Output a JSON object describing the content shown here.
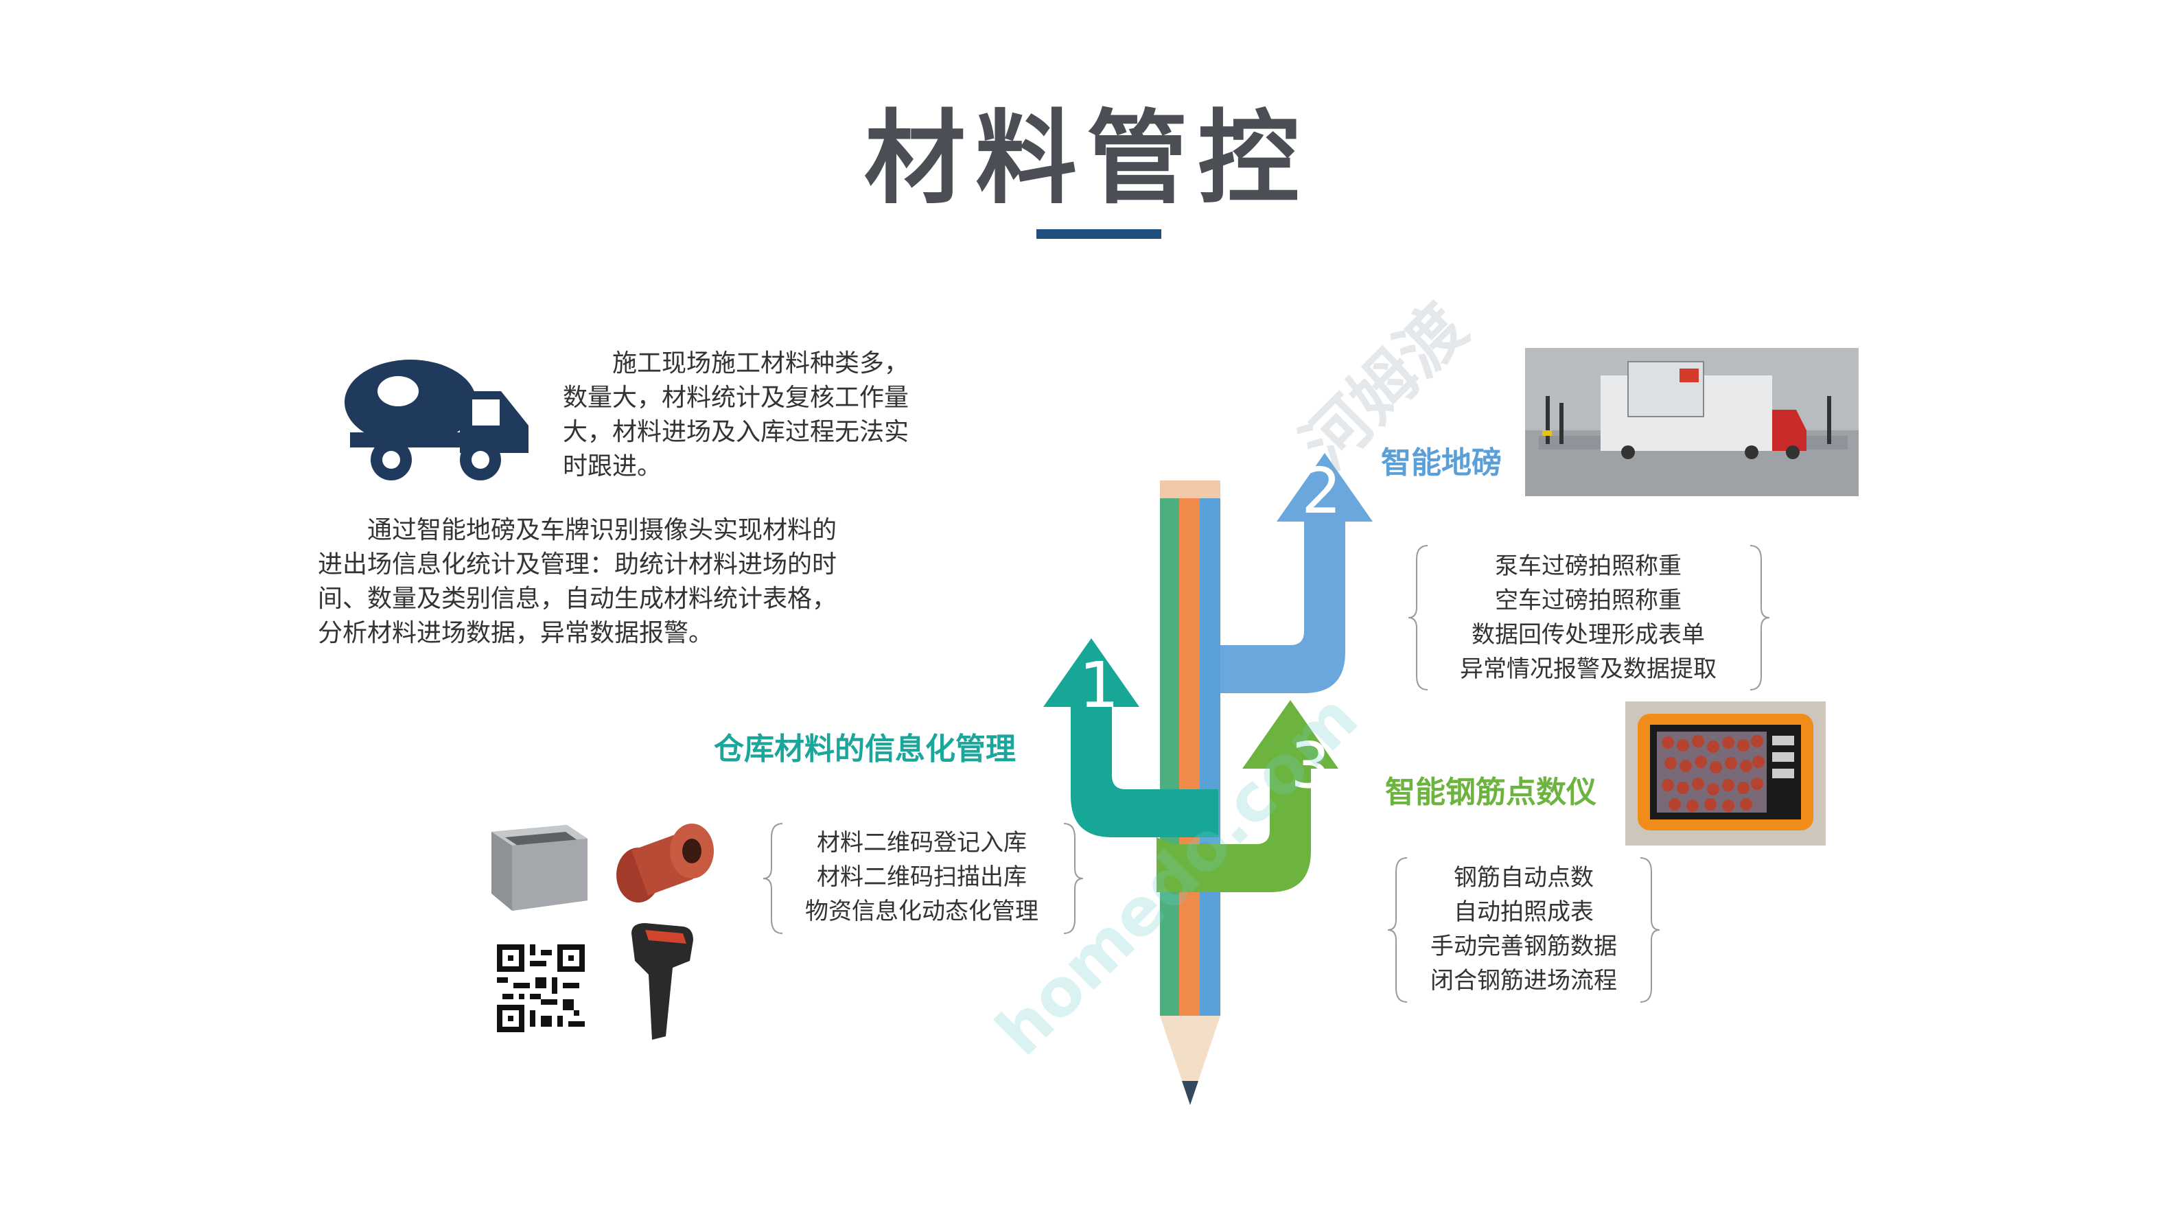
{
  "slide": {
    "title": "材料管控",
    "intro_text": "施工现场施工材料种类多，数量大，材料统计及复核工作量大，材料进场及入库过程无法实时跟进。",
    "solution_text": "通过智能地磅及车牌识别摄像头实现材料的进出场信息化统计及管理：助统计材料进场的时间、数量及类别信息，自动生成材料统计表格，分析材料进场数据，异常数据报警。"
  },
  "features": [
    {
      "number": "1",
      "title": "仓库材料的信息化管理",
      "color": "#1aa69a",
      "items": [
        "材料二维码登记入库",
        "材料二维码扫描出库",
        "物资信息化动态化管理"
      ]
    },
    {
      "number": "2",
      "title": "智能地磅",
      "color": "#5a9fd8",
      "items": [
        "泵车过磅拍照称重",
        "空车过磅拍照称重",
        "数据回传处理形成表单",
        "异常情况报警及数据提取"
      ]
    },
    {
      "number": "3",
      "title": "智能钢筋点数仪",
      "color": "#6db33f",
      "items": [
        "钢筋自动点数",
        "自动拍照成表",
        "手动完善钢筋数据",
        "闭合钢筋进场流程"
      ]
    }
  ],
  "watermark": {
    "text1": "homedo.com",
    "text2": "河姆渡"
  },
  "icons": [
    "mixer-truck-icon",
    "steel-box-image",
    "flange-pipe-image",
    "qr-code-image",
    "barcode-scanner-image",
    "weighbridge-photo",
    "rebar-counter-tablet-photo",
    "pencil-graphic"
  ]
}
